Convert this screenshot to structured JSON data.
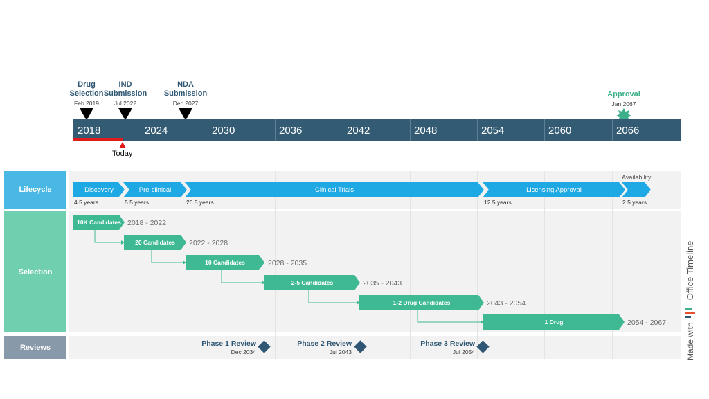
{
  "milestones": [
    {
      "title": "Drug\nSelection",
      "date": "Feb 2019"
    },
    {
      "title": "IND\nSubmission",
      "date": "Jul 2022"
    },
    {
      "title": "NDA\nSubmission",
      "date": "Dec 2027"
    },
    {
      "title": "Approval",
      "date": "Jan 2067",
      "color": "#3daf8b"
    }
  ],
  "scale": {
    "years": [
      "2018",
      "2024",
      "2030",
      "2036",
      "2042",
      "2048",
      "2054",
      "2060",
      "2066"
    ],
    "today_label": "Today",
    "bar_color": "#335b74",
    "today_color": "#e01b1b"
  },
  "swimlanes": {
    "lifecycle": "Lifecycle",
    "selection": "Selection",
    "reviews": "Reviews",
    "lifecycle_color": "#4ab8e4",
    "selection_color": "#6fcfae",
    "reviews_color": "#8899aa"
  },
  "lifecycle": {
    "color": "#1ea8e4",
    "phases": [
      {
        "label": "Discovery",
        "duration": "4.5 years"
      },
      {
        "label": "Pre-clinical",
        "duration": "5.5 years"
      },
      {
        "label": "Clinical Trials",
        "duration": "26.5 years"
      },
      {
        "label": "Licensing Approval",
        "duration": "12.5 years"
      },
      {
        "label": "Availability",
        "duration": "2.5 years"
      }
    ]
  },
  "selection": {
    "color": "#3fb993",
    "tasks": [
      {
        "label": "10K Candidates",
        "range": "2018 - 2022"
      },
      {
        "label": "20 Candidates",
        "range": "2022 - 2028"
      },
      {
        "label": "10 Candidates",
        "range": "2028 - 2035"
      },
      {
        "label": "2-5 Candidates",
        "range": "2035 - 2043"
      },
      {
        "label": "1-2 Drug Candidates",
        "range": "2043 - 2054"
      },
      {
        "label": "1 Drug",
        "range": "2054 - 2067"
      }
    ]
  },
  "reviews": [
    {
      "title": "Phase 1 Review",
      "date": "Dec 2034"
    },
    {
      "title": "Phase 2 Review",
      "date": "Jul 2043"
    },
    {
      "title": "Phase 3 Review",
      "date": "Jul 2054"
    }
  ],
  "branding": {
    "made_with": "Made with",
    "product": "Office Timeline"
  }
}
